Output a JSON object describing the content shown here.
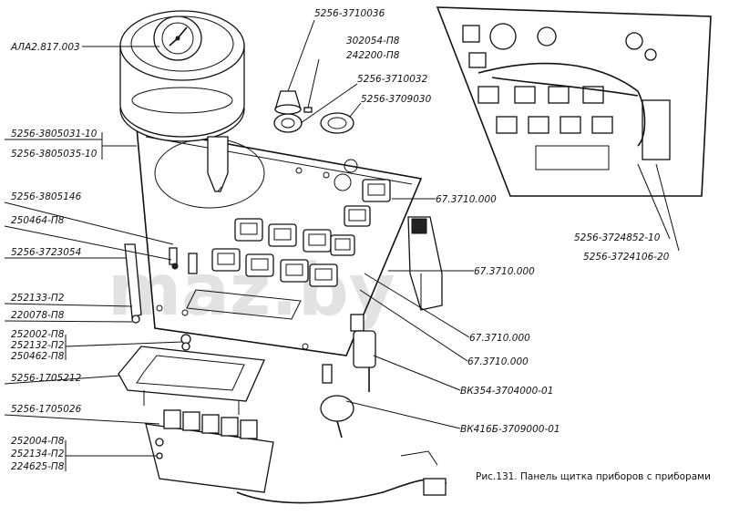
{
  "labels": {
    "ala": "АЛА2.817.003",
    "p5256_3805031_10": "5256-3805031-10",
    "p5256_3805035_10": "5256-3805035-10",
    "p5256_3805146": "5256-3805146",
    "p250464_p8": "250464-П8",
    "p5256_3723054": "5256-3723054",
    "p252133_p2": "252133-П2",
    "p220078_p8": "220078-П8",
    "p252002_p8": "252002-П8",
    "p252132_p2": "252132-П2",
    "p250462_p8": "250462-П8",
    "p5256_1705212": "5256-1705212",
    "p5256_1705026": "5256-1705026",
    "p252004_p8": "252004-П8",
    "p252134_p2": "252134-П2",
    "p224625_p8": "224625-П8",
    "p5256_3710036": "5256-3710036",
    "p302054_p8": "302054-П8",
    "p242200_p8": "242200-П8",
    "p5256_3710032": "5256-3710032",
    "p5256_3709030": "5256-3709030",
    "p67_3710_000_a": "67.3710.000",
    "p67_3710_000_b": "67.3710.000",
    "p67_3710_000_c": "67.3710.000",
    "p67_3710_000_d": "67.3710.000",
    "p5256_3724852_10": "5256-3724852-10",
    "p5256_3724106_20": "5256-3724106-20",
    "vk354": "ВК354-3704000-01",
    "vk416": "ВК416Б-3709000-01"
  },
  "caption": "Рис.131. Панель щитка приборов с приборами",
  "watermark": "maz.by"
}
